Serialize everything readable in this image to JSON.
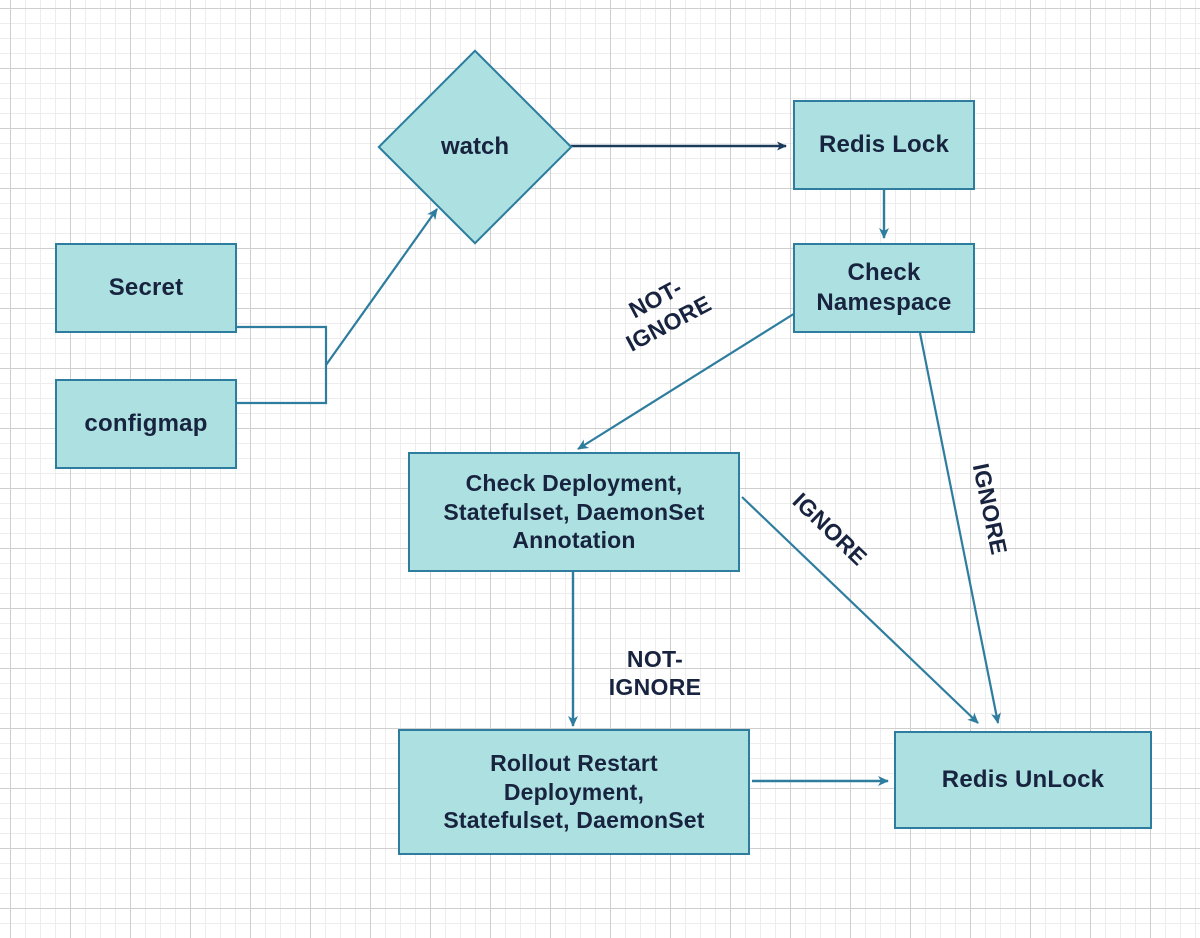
{
  "diagram": {
    "type": "flowchart",
    "title": "",
    "colors": {
      "node_fill": "#ade0e0",
      "node_border": "#2e7d9e",
      "text": "#18243f",
      "edge_navy": "#1b3a5c",
      "edge_teal": "#2e7d9e",
      "grid_major": "#cfcfcf",
      "grid_minor": "#ededed",
      "background": "#ffffff"
    },
    "nodes": [
      {
        "id": "secret",
        "label": "Secret",
        "shape": "rectangle"
      },
      {
        "id": "configmap",
        "label": "configmap",
        "shape": "rectangle"
      },
      {
        "id": "watch",
        "label": "watch",
        "shape": "diamond"
      },
      {
        "id": "redis_lock",
        "label": "Redis Lock",
        "shape": "rectangle"
      },
      {
        "id": "check_ns",
        "label": "Check\nNamespace",
        "shape": "rectangle"
      },
      {
        "id": "check_dep",
        "label": "Check Deployment,\nStatefulset, DaemonSet\nAnnotation",
        "shape": "rectangle"
      },
      {
        "id": "rollout",
        "label": "Rollout Restart\nDeployment,\nStatefulset, DaemonSet",
        "shape": "rectangle"
      },
      {
        "id": "unlock",
        "label": "Redis UnLock",
        "shape": "rectangle"
      }
    ],
    "edges": [
      {
        "id": "e_secret_join",
        "from": "secret",
        "to": "watch",
        "label": ""
      },
      {
        "id": "e_configmap_join",
        "from": "configmap",
        "to": "watch",
        "label": ""
      },
      {
        "id": "e_watch_lock",
        "from": "watch",
        "to": "redis_lock",
        "label": ""
      },
      {
        "id": "e_lock_ns",
        "from": "redis_lock",
        "to": "check_ns",
        "label": ""
      },
      {
        "id": "e_ns_dep",
        "from": "check_ns",
        "to": "check_dep",
        "label": "NOT-\nIGNORE"
      },
      {
        "id": "e_ns_unlock",
        "from": "check_ns",
        "to": "unlock",
        "label": "IGNORE"
      },
      {
        "id": "e_dep_unlock",
        "from": "check_dep",
        "to": "unlock",
        "label": "IGNORE"
      },
      {
        "id": "e_dep_rollout",
        "from": "check_dep",
        "to": "rollout",
        "label": "NOT-\nIGNORE"
      },
      {
        "id": "e_rollout_unlock",
        "from": "rollout",
        "to": "unlock",
        "label": ""
      }
    ],
    "edge_labels": {
      "ns_to_dep": "NOT-\nIGNORE",
      "dep_to_rollout": "NOT-\nIGNORE",
      "dep_to_unlock": "IGNORE",
      "ns_to_unlock": "IGNORE"
    }
  }
}
